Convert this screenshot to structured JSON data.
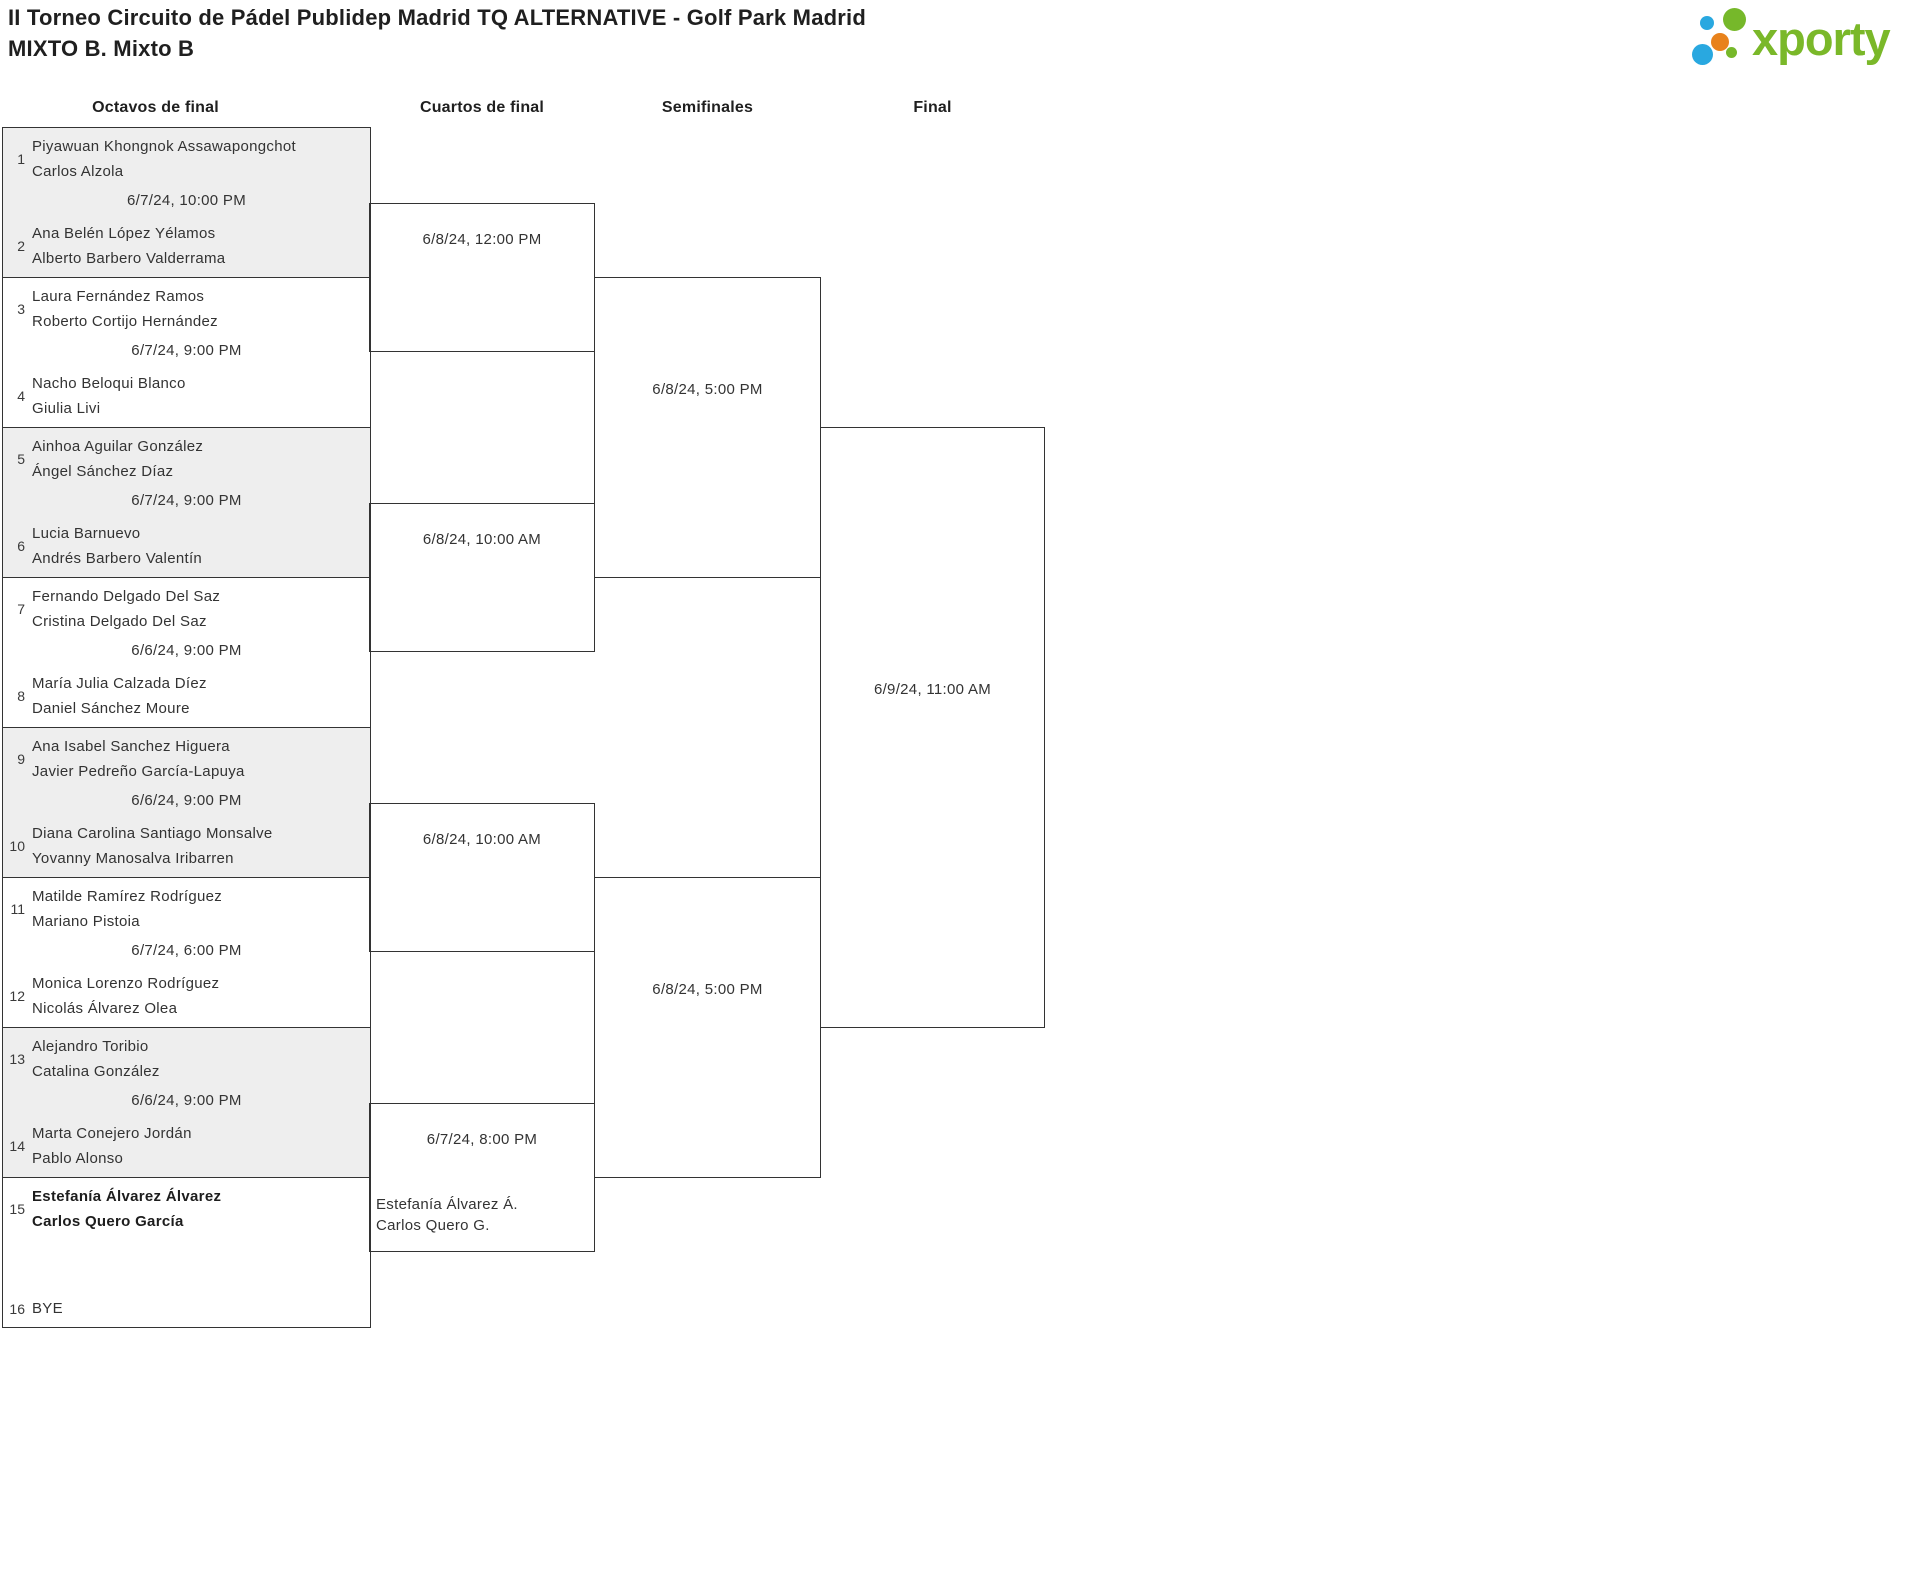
{
  "title": {
    "line1": "II Torneo Circuito de Pádel Publidep Madrid TQ ALTERNATIVE - Golf Park Madrid",
    "line2": "MIXTO B. Mixto B"
  },
  "logo": {
    "text": "xporty",
    "green": "#76b82a",
    "blue": "#29a8e0",
    "orange": "#e8821c"
  },
  "columns": [
    "Octavos de final",
    "Cuartos de final",
    "Semifinales",
    "Final"
  ],
  "r16": [
    {
      "seed1": "1",
      "team1": [
        "Piyawuan Khongnok Assawapongchot",
        "Carlos Alzola"
      ],
      "date": "6/7/24, 10:00 PM",
      "seed2": "2",
      "team2": [
        "Ana Belén López Yélamos",
        "Alberto Barbero Valderrama"
      ]
    },
    {
      "seed1": "3",
      "team1": [
        "Laura Fernández Ramos",
        "Roberto Cortijo Hernández"
      ],
      "date": "6/7/24, 9:00 PM",
      "seed2": "4",
      "team2": [
        "Nacho Beloqui Blanco",
        "Giulia Livi"
      ]
    },
    {
      "seed1": "5",
      "team1": [
        "Ainhoa Aguilar González",
        "Ángel Sánchez Díaz"
      ],
      "date": "6/7/24, 9:00 PM",
      "seed2": "6",
      "team2": [
        "Lucia Barnuevo",
        "Andrés Barbero Valentín"
      ]
    },
    {
      "seed1": "7",
      "team1": [
        "Fernando Delgado Del Saz",
        "Cristina Delgado Del Saz"
      ],
      "date": "6/6/24, 9:00 PM",
      "seed2": "8",
      "team2": [
        "María Julia Calzada Díez",
        "Daniel Sánchez Moure"
      ]
    },
    {
      "seed1": "9",
      "team1": [
        "Ana Isabel Sanchez Higuera",
        "Javier Pedreño García-Lapuya"
      ],
      "date": "6/6/24, 9:00 PM",
      "seed2": "10",
      "team2": [
        "Diana Carolina Santiago Monsalve",
        "Yovanny Manosalva Iribarren"
      ]
    },
    {
      "seed1": "11",
      "team1": [
        "Matilde Ramírez Rodríguez",
        "Mariano Pistoia"
      ],
      "date": "6/7/24, 6:00 PM",
      "seed2": "12",
      "team2": [
        "Monica Lorenzo Rodríguez",
        "Nicolás Álvarez Olea"
      ]
    },
    {
      "seed1": "13",
      "team1": [
        "Alejandro Toribio",
        "Catalina González"
      ],
      "date": "6/6/24, 9:00 PM",
      "seed2": "14",
      "team2": [
        "Marta Conejero Jordán",
        "Pablo Alonso"
      ]
    },
    {
      "seed1": "15",
      "team1": [
        "Estefanía Álvarez Álvarez",
        "Carlos Quero García"
      ],
      "date": "",
      "seed2": "16",
      "team2": [
        "BYE"
      ]
    }
  ],
  "qf": [
    {
      "date": "6/8/24, 12:00 PM"
    },
    {
      "date": "6/8/24, 10:00 AM"
    },
    {
      "date": "6/8/24, 10:00 AM"
    },
    {
      "date": "6/7/24, 8:00 PM",
      "winner": [
        "Estefanía Álvarez Á.",
        "Carlos Quero G."
      ]
    }
  ],
  "sf": [
    {
      "date": "6/8/24, 5:00 PM"
    },
    {
      "date": "6/8/24, 5:00 PM"
    }
  ],
  "final": {
    "date": "6/9/24, 11:00 AM"
  }
}
